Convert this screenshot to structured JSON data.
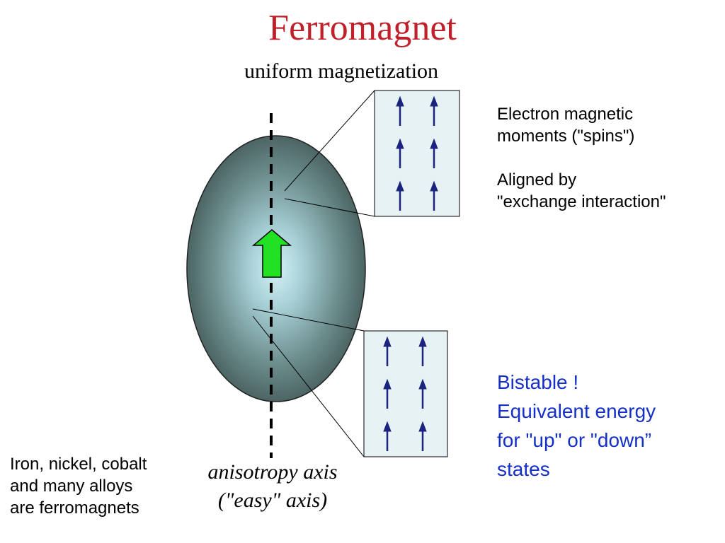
{
  "title": "Ferromagnet",
  "subtitle": "uniform magnetization",
  "spins_note": {
    "line1": "Electron magnetic",
    "line2": "moments (\"spins\")",
    "line3": "Aligned by",
    "line4": "\"exchange interaction\""
  },
  "bistable_note": {
    "line1": "Bistable !",
    "line2": "Equivalent energy",
    "line3": "for \"up\" or \"down”",
    "line4": "states"
  },
  "materials_note": {
    "line1": "Iron, nickel, cobalt",
    "line2": "and many alloys",
    "line3": "are ferromagnets"
  },
  "axis_label": {
    "line1": "anisotropy axis",
    "line2": "(\"easy\" axis)"
  },
  "colors": {
    "title": "#c0202a",
    "blue_text": "#1530c8",
    "spin_arrow": "#1a237e",
    "magnetization_arrow": "#22e022",
    "inset_fill": "#e6f2f4",
    "body_center": "#d4f2f6",
    "body_edge": "#506868"
  },
  "icons": {
    "magnetization": "green-up-arrow-icon",
    "spin": "blue-up-arrow-icon"
  }
}
